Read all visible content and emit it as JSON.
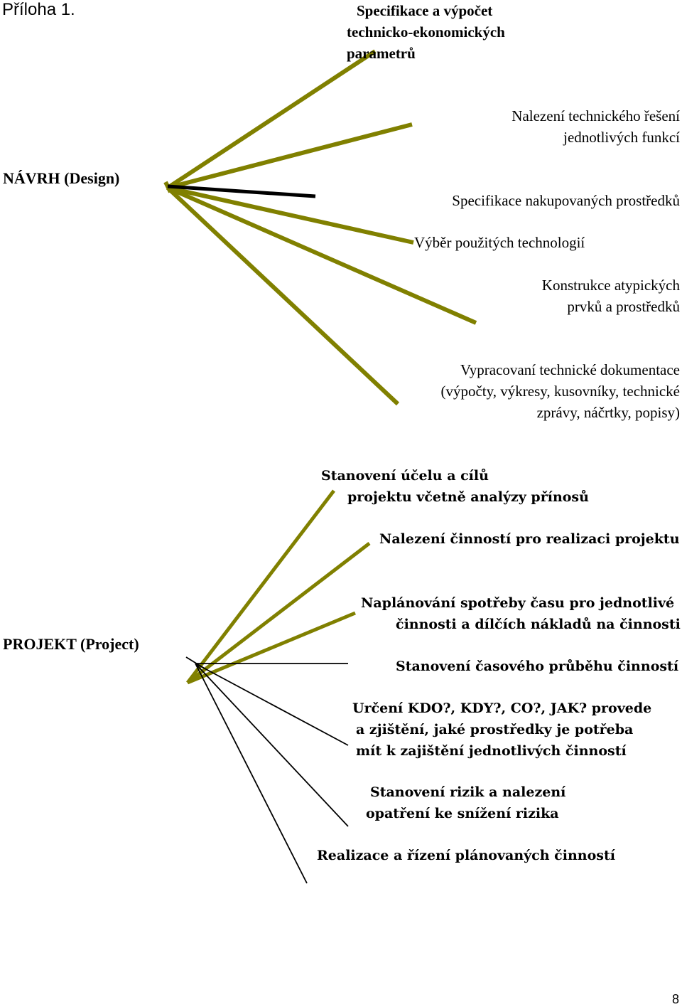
{
  "header": {
    "appendix_label": "Příloha 1.",
    "page_number": "8"
  },
  "design": {
    "root_label": "NÁVRH (Design)",
    "nodes": {
      "spec_params": [
        "Specifikace  a výpočet",
        "technicko-ekonomických",
        "parametrů"
      ],
      "tech_solution": [
        "Nalezení technického řešení",
        "jednotlivých funkcí"
      ],
      "purchased": "Specifikace  nakupovaných prostředků",
      "technologies": "Výběr použitých technologií",
      "atypical": [
        "Konstrukce atypických",
        "prvků a prostředků"
      ],
      "documentation": [
        "Vypracovaní technické dokumentace",
        "(výpočty, výkresy, kusovníky, technické",
        "zprávy, náčrtky, popisy)"
      ]
    }
  },
  "project": {
    "root_label": "PROJEKT (Project)",
    "nodes": {
      "purpose": [
        "Stanovení účelu a cílů",
        "projektu včetně analýzy přínosů"
      ],
      "activities": "Nalezení činností pro realizaci projektu",
      "time_plan": [
        "Naplánování spotřeby času pro jednotlivé",
        "činnosti a dílčích nákladů na činnosti"
      ],
      "timeline": "Stanovení časového průběhu činností",
      "who_when": [
        "Určení KDO?, KDY?, CO?, JAK? provede",
        "a zjištění, jaké prostředky je potřeba",
        "mít  k zajištění jednotlivých činností"
      ],
      "risks": [
        "Stanovení rizik a nalezení",
        "opatření ke snížení rizika"
      ],
      "realization": "Realizace a řízení plánovaných činností"
    }
  },
  "colors": {
    "olive_branch": "#808000",
    "black_branch": "#000000"
  }
}
